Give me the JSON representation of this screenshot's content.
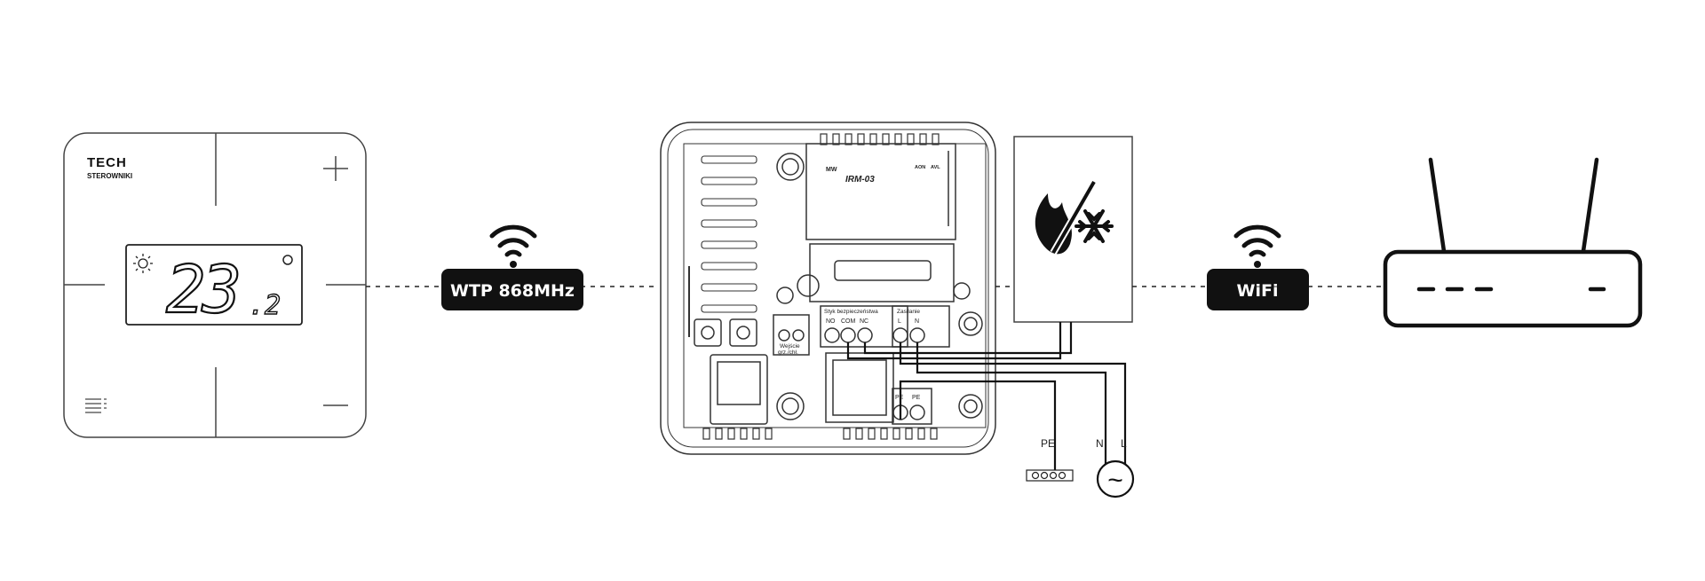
{
  "thermostat": {
    "brand": "TECH",
    "sub_brand": "STEROWNIKI",
    "temperature_main": "23",
    "temperature_decimal": ".2"
  },
  "radio_link": {
    "label": "WTP 868MHz"
  },
  "controller": {
    "model": "IRM-03",
    "marking": "MW",
    "switch_labels": [
      "AON",
      "AVL"
    ],
    "safety_contact": {
      "title": "Styk bezpieczeństwa",
      "terminals": [
        "NO",
        "COM",
        "NC"
      ]
    },
    "power": {
      "title": "Zasilanie",
      "terminals": [
        "L",
        "N"
      ]
    },
    "input": {
      "label_line1": "Wejście",
      "label_line2": "grz./chł."
    },
    "pe_terminals": [
      "PE",
      "PE"
    ]
  },
  "mains": {
    "pe_label": "PE",
    "n_label": "N",
    "l_label": "L",
    "source_symbol": "~"
  },
  "wifi_link": {
    "label": "WiFi"
  },
  "colors": {
    "line": "#111111",
    "badge_bg": "#111111",
    "badge_text": "#ffffff",
    "device_outline": "#333333"
  },
  "icons": [
    "wifi-icon",
    "sun-icon",
    "plus-icon",
    "minus-icon",
    "menu-icon",
    "heating-cooling-icon",
    "router-icon",
    "ac-source-icon"
  ]
}
